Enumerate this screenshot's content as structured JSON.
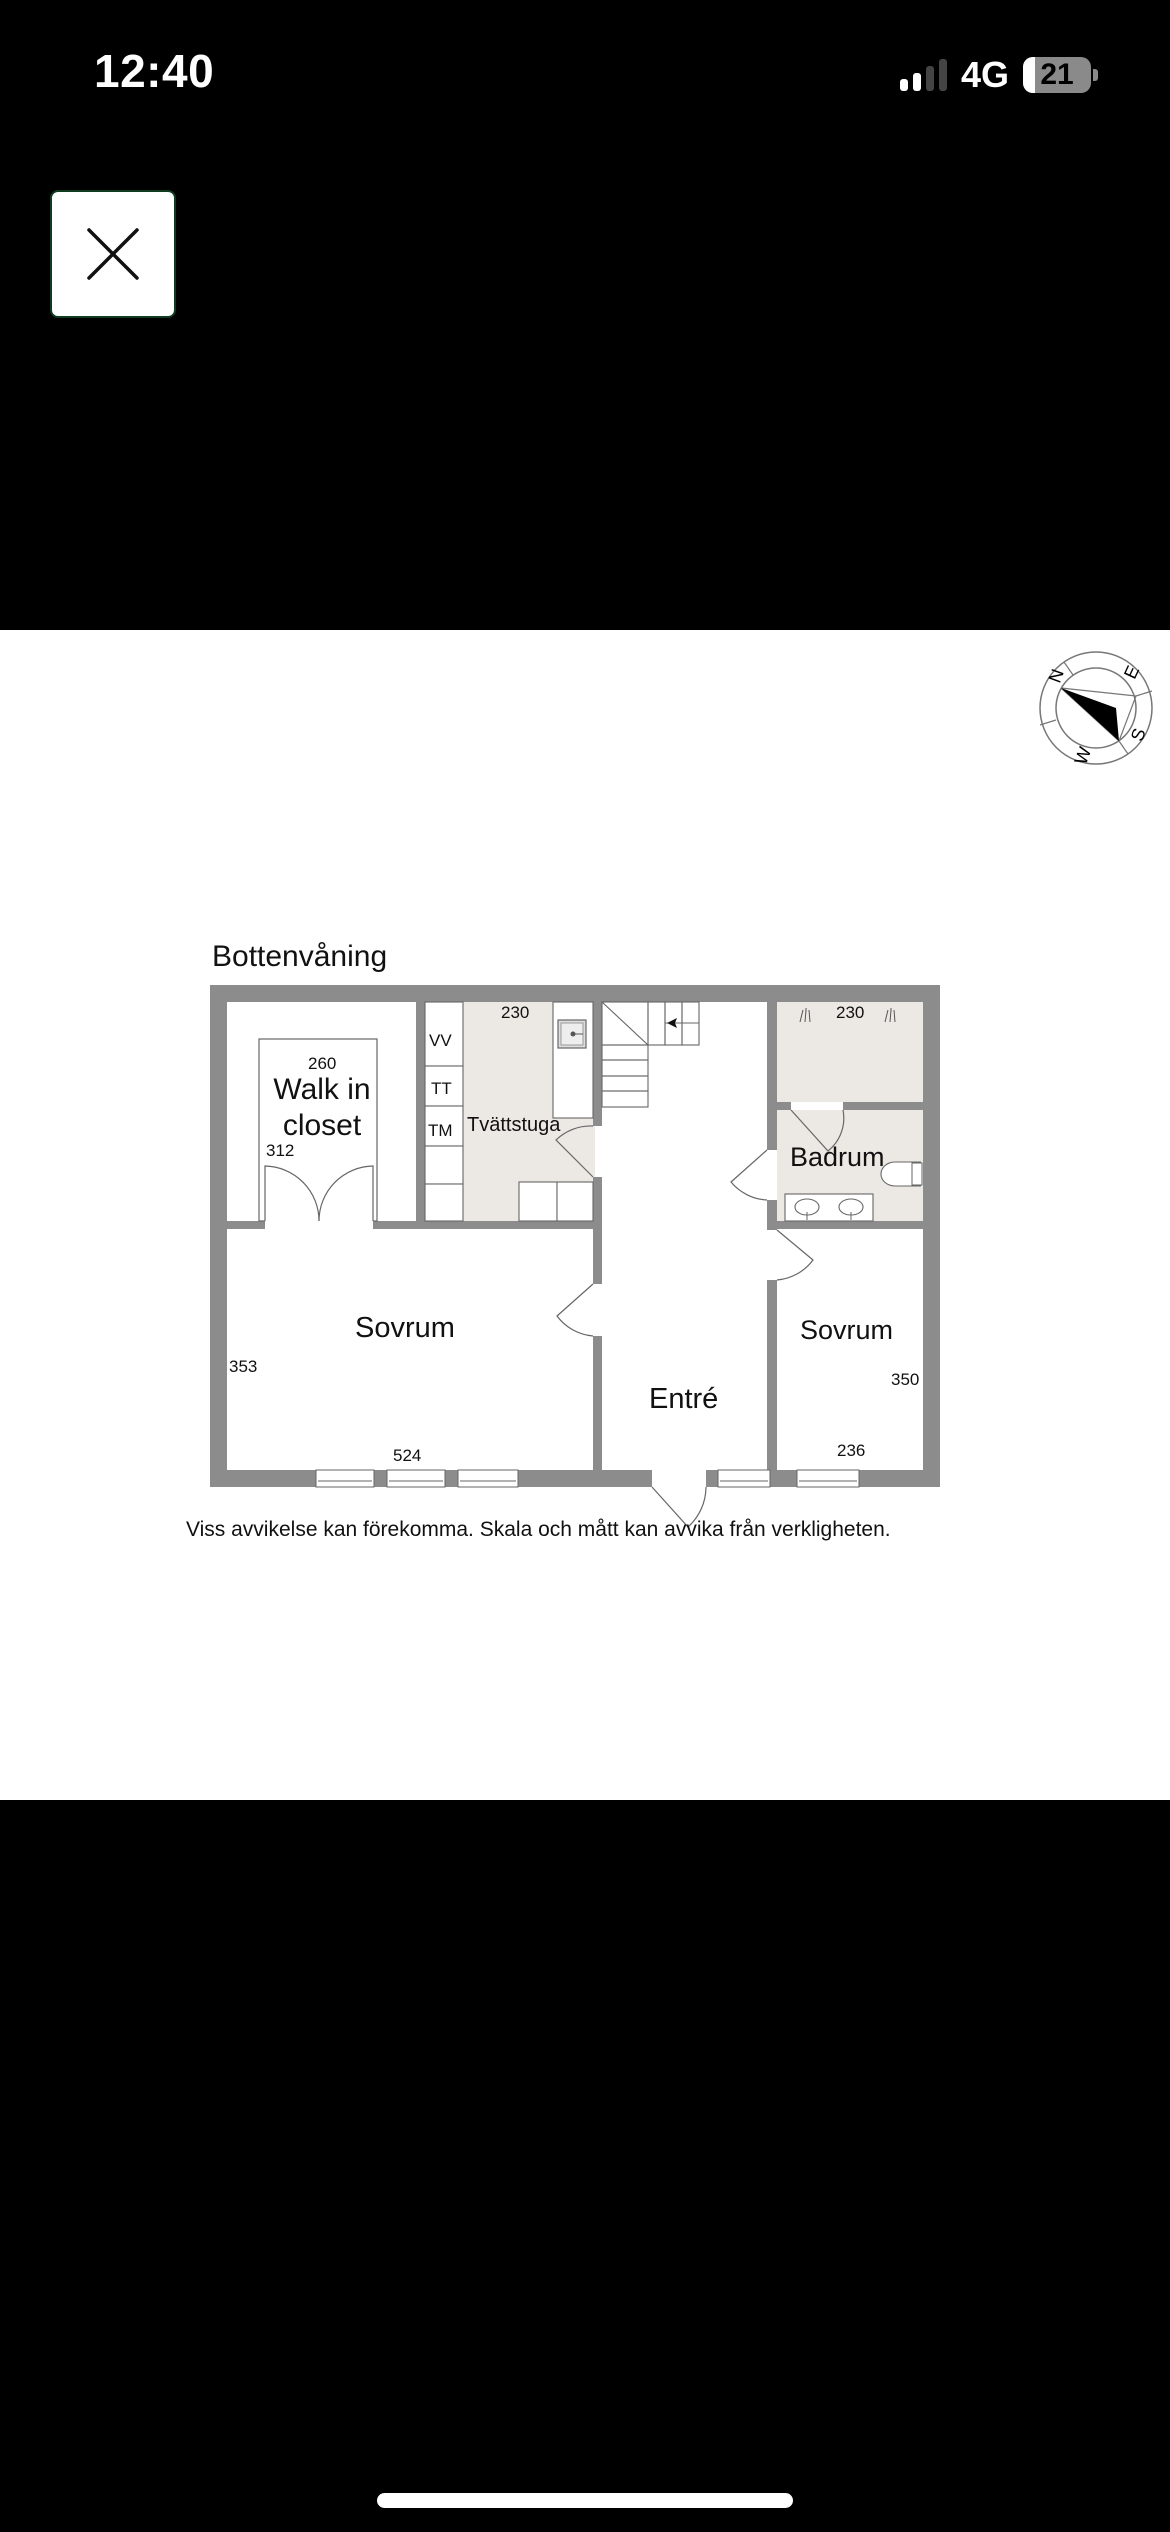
{
  "status_bar": {
    "time": "12:40",
    "network": "4G",
    "battery_percent": "21",
    "signal_bars_total": 4,
    "signal_bars_active": 2
  },
  "viewer": {
    "close_icon": "close-icon",
    "close_label": "Close"
  },
  "floorplan": {
    "title": "Bottenvåning",
    "compass": {
      "n": "N",
      "e": "E",
      "s": "S",
      "w": "W"
    },
    "rooms": {
      "walk_in_closet": {
        "name": "Walk in closet",
        "line1": "Walk in",
        "line2": "closet",
        "dim_w": "260",
        "dim_h": "312"
      },
      "laundry": {
        "name": "Tvättstuga",
        "dim_w": "230",
        "appliances": [
          "VV",
          "TT",
          "TM"
        ]
      },
      "bathroom": {
        "name": "Badrum",
        "dim_w": "230"
      },
      "bedroom_left": {
        "name": "Sovrum",
        "dim_w": "524",
        "dim_h": "353"
      },
      "entry": {
        "name": "Entré"
      },
      "bedroom_right": {
        "name": "Sovrum",
        "dim_w": "236",
        "dim_h": "350"
      }
    },
    "disclaimer": "Viss avvikelse kan förekomma. Skala och mått kan avvika från verkligheten.",
    "colors": {
      "wall": "#8c8c8c",
      "wet_floor": "#ece9e4",
      "line": "#555555"
    }
  }
}
